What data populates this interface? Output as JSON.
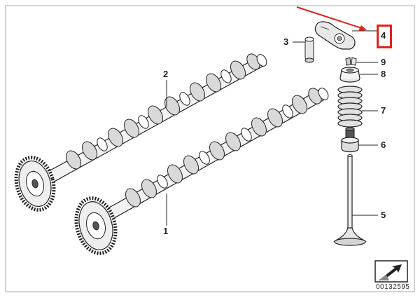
{
  "diagram": {
    "parts": [
      {
        "number": "1"
      },
      {
        "number": "2"
      },
      {
        "number": "3"
      },
      {
        "number": "4"
      },
      {
        "number": "5"
      },
      {
        "number": "6"
      },
      {
        "number": "7"
      },
      {
        "number": "8"
      },
      {
        "number": "9"
      }
    ],
    "highlighted_part": "4",
    "diagram_code": "00132595",
    "colors": {
      "highlight": "#e0231e",
      "line": "#222222",
      "frame": "#aaaaaa"
    },
    "icons": [
      "arrow-pointer-icon",
      "fold-arrow-icon"
    ]
  }
}
